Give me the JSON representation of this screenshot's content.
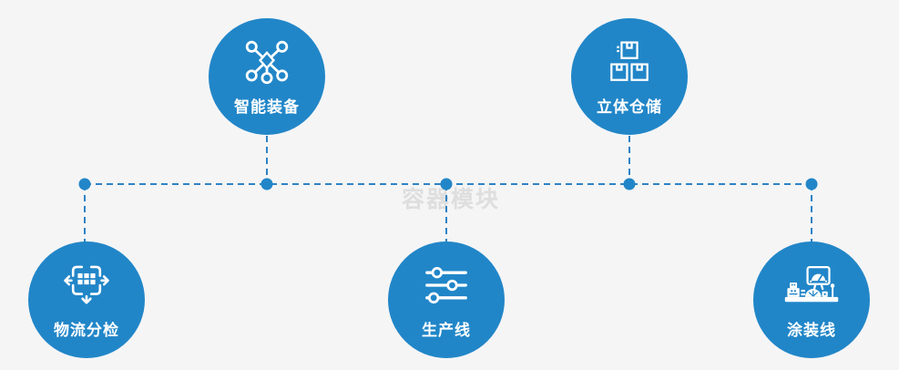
{
  "watermark": "容器模块",
  "colors": {
    "background": "#f5f5f6",
    "node_blue": "#2186c8",
    "line_blue": "#2e82c4",
    "label_white": "#ffffff",
    "watermark_gray": "#dedede"
  },
  "nodes": [
    {
      "label": "智能装备",
      "icon": "network-nodes-icon",
      "position": "top-left"
    },
    {
      "label": "立体仓储",
      "icon": "stacked-boxes-icon",
      "position": "top-right"
    },
    {
      "label": "物流分检",
      "icon": "sort-distribute-icon",
      "position": "bottom-left"
    },
    {
      "label": "生产线",
      "icon": "sliders-icon",
      "position": "bottom-center"
    },
    {
      "label": "涂装线",
      "icon": "paint-machine-icon",
      "position": "bottom-right"
    }
  ]
}
